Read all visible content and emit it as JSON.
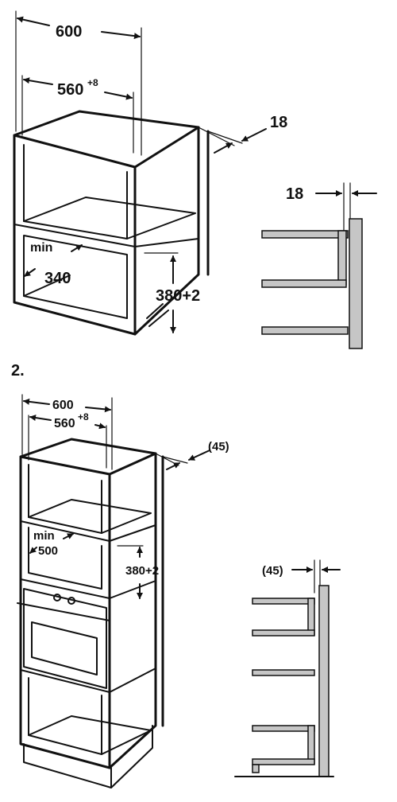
{
  "diagram1": {
    "dim_width_outer": "600",
    "dim_width_inner": "560",
    "dim_width_inner_sup": "+8",
    "dim_side": "18",
    "dim_min_label": "min",
    "dim_min_value": "340",
    "dim_height": "380+2",
    "side_dim": "18"
  },
  "diagram2": {
    "section_number": "2.",
    "dim_width_outer": "600",
    "dim_width_inner": "560",
    "dim_width_inner_sup": "+8",
    "dim_side": "(45)",
    "dim_min_label": "min",
    "dim_min_value": "500",
    "dim_height": "380+2",
    "side_dim": "(45)"
  },
  "colors": {
    "line": "#111111",
    "wall_fill": "#c6c6c6",
    "background": "#ffffff"
  }
}
